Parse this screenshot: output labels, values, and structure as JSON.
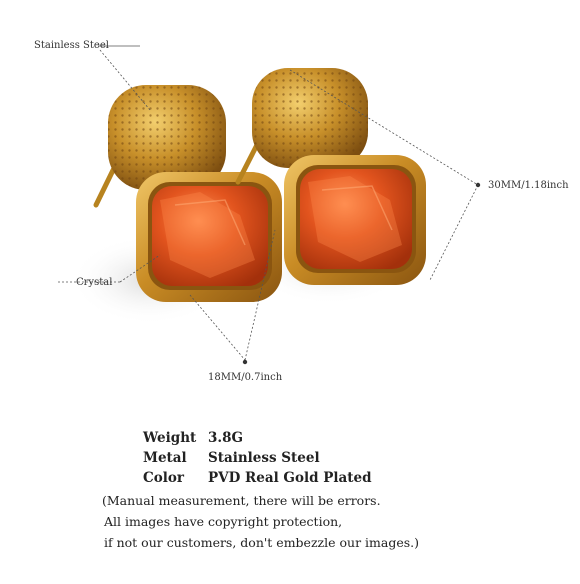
{
  "callouts": {
    "material": "Stainless Steel",
    "stone": "Crystal",
    "length": "30MM/1.18inch",
    "width": "18MM/0.7inch"
  },
  "specs": [
    {
      "label": "Weight",
      "value": "3.8G"
    },
    {
      "label": "Metal",
      "value": "Stainless Steel"
    },
    {
      "label": "Color",
      "value": "PVD Real Gold Plated"
    }
  ],
  "notes": [
    "(Manual measurement, there will be errors.",
    "All images have copyright protection,",
    "if not our customers, don't embezzle our images.)"
  ],
  "colors": {
    "gold": "#c8902a",
    "gold_dark": "#8a5a12",
    "stone": "#e2541e",
    "stone_dark": "#a8330d"
  }
}
